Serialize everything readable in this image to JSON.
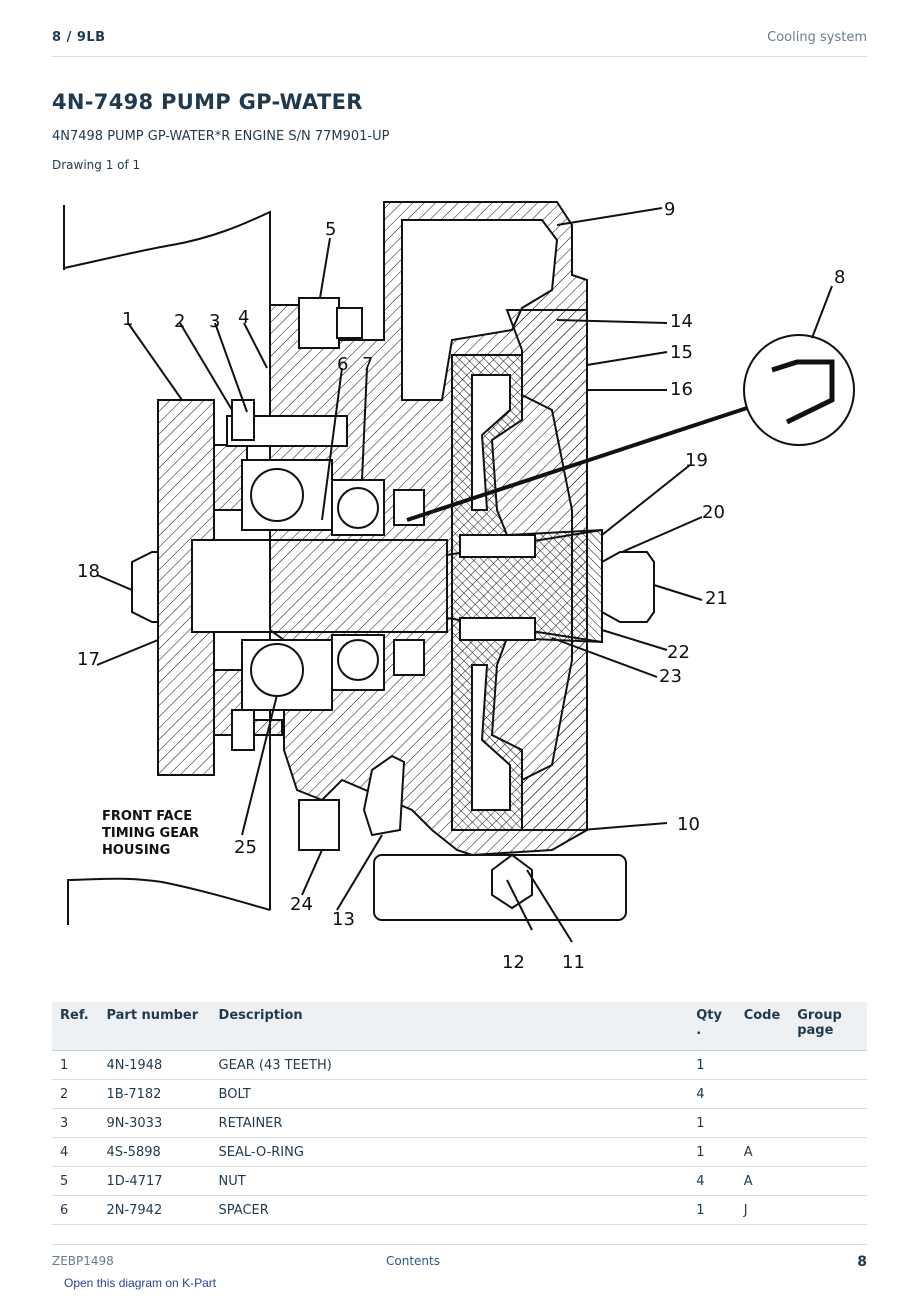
{
  "header": {
    "page_ref": "8  /  9LB",
    "section": "Cooling system"
  },
  "title": "4N-7498 PUMP GP-WATER",
  "subtitle": "4N7498 PUMP GP-WATER*R ENGINE S/N 77M901-UP",
  "drawing_count": "Drawing 1 of 1",
  "diagram": {
    "callouts": [
      "1",
      "2",
      "3",
      "4",
      "5",
      "6",
      "7",
      "8",
      "9",
      "10",
      "11",
      "12",
      "13",
      "14",
      "15",
      "16",
      "17",
      "18",
      "19",
      "20",
      "21",
      "22",
      "23",
      "24",
      "25"
    ],
    "note_lines": [
      "FRONT FACE",
      "TIMING GEAR",
      "HOUSING"
    ]
  },
  "table": {
    "headers": {
      "ref": "Ref.",
      "part_number": "Part number",
      "description": "Description",
      "qty": "Qty\n.",
      "code": "Code",
      "group_page": "Group page"
    },
    "rows": [
      {
        "ref": "1",
        "part_number": "4N-1948",
        "description": "GEAR (43 TEETH)",
        "qty": "1",
        "code": "",
        "group_page": ""
      },
      {
        "ref": "2",
        "part_number": "1B-7182",
        "description": "BOLT",
        "qty": "4",
        "code": "",
        "group_page": ""
      },
      {
        "ref": "3",
        "part_number": "9N-3033",
        "description": "RETAINER",
        "qty": "1",
        "code": "",
        "group_page": ""
      },
      {
        "ref": "4",
        "part_number": "4S-5898",
        "description": "SEAL-O-RING",
        "qty": "1",
        "code": "A",
        "group_page": ""
      },
      {
        "ref": "5",
        "part_number": "1D-4717",
        "description": "NUT",
        "qty": "4",
        "code": "A",
        "group_page": ""
      },
      {
        "ref": "6",
        "part_number": "2N-7942",
        "description": "SPACER",
        "qty": "1",
        "code": "J",
        "group_page": ""
      }
    ]
  },
  "footer": {
    "doc_code": "ZEBP1498",
    "contents_link": "Contents",
    "page_number": "8"
  },
  "kpart_link": "Open this diagram on K-Part"
}
